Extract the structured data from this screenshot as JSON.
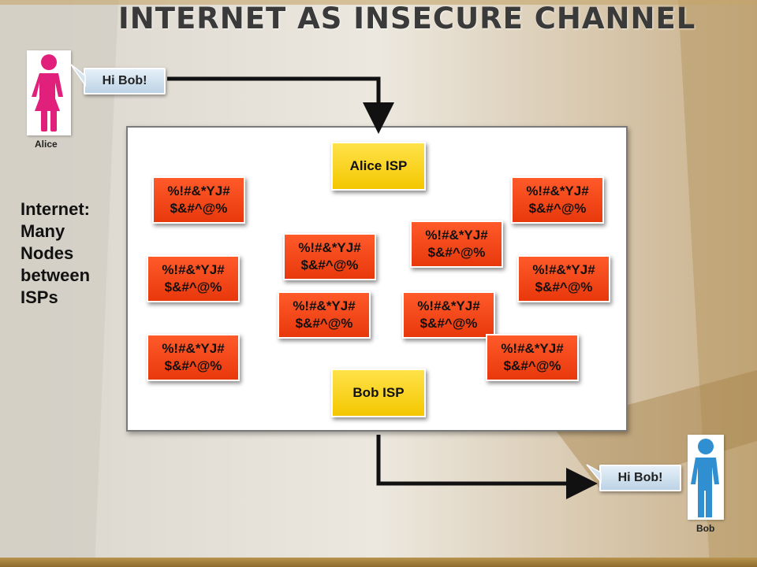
{
  "title": "INTERNET AS INSECURE CHANNEL",
  "alice": {
    "label": "Alice",
    "message": "Hi Bob!"
  },
  "bob": {
    "label": "Bob",
    "message": "Hi Bob!"
  },
  "side_label": [
    "Internet:",
    "Many",
    "Nodes",
    "between",
    "ISPs"
  ],
  "isp": {
    "alice": "Alice ISP",
    "bob": "Bob ISP"
  },
  "garbled": {
    "line1": "%!#&*YJ#",
    "line2": "$&#^@%"
  },
  "colors": {
    "node": "#f04a1a",
    "isp": "#f6cf10",
    "bubble": "#cfe0ee",
    "alice_figure": "#e0207a",
    "bob_figure": "#2f8fd0"
  }
}
